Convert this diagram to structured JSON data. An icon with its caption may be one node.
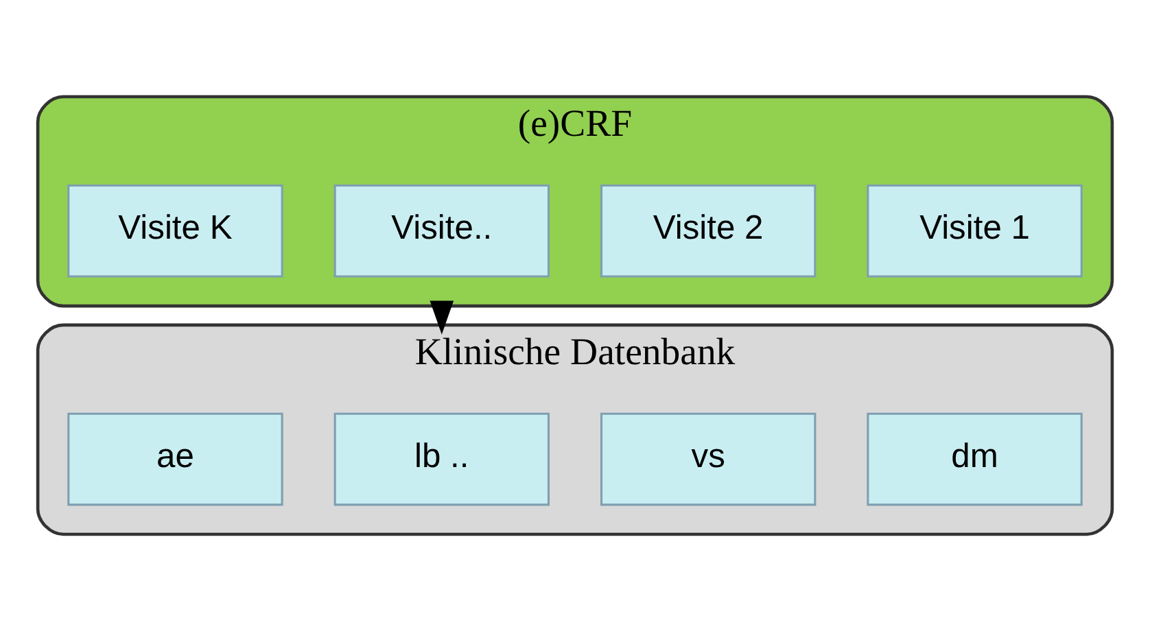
{
  "diagram": {
    "nodes": [
      {
        "text": [
          "(e)CRF"
        ]
      },
      {
        "text": [
          "Visite 1"
        ],
        "in": 0
      },
      {
        "text": [
          "Visite 2"
        ],
        "in": 0
      },
      {
        "text": [
          "Visite.."
        ],
        "in": 0
      },
      {
        "text": [
          "Visite K"
        ],
        "in": 0
      },
      {
        "text": [
          "Klinische Datenbank"
        ]
      },
      {
        "text": [
          "dm"
        ],
        "in": 5
      },
      {
        "text": [
          "vs"
        ],
        "in": 5
      },
      {
        "text": [
          "lb .."
        ],
        "in": 5
      },
      {
        "text": [
          "ae"
        ],
        "in": 5
      }
    ],
    "edges": [
      {
        "from": 0,
        "to": 5,
        "arrow": "to",
        "style": "thick"
      }
    ]
  }
}
